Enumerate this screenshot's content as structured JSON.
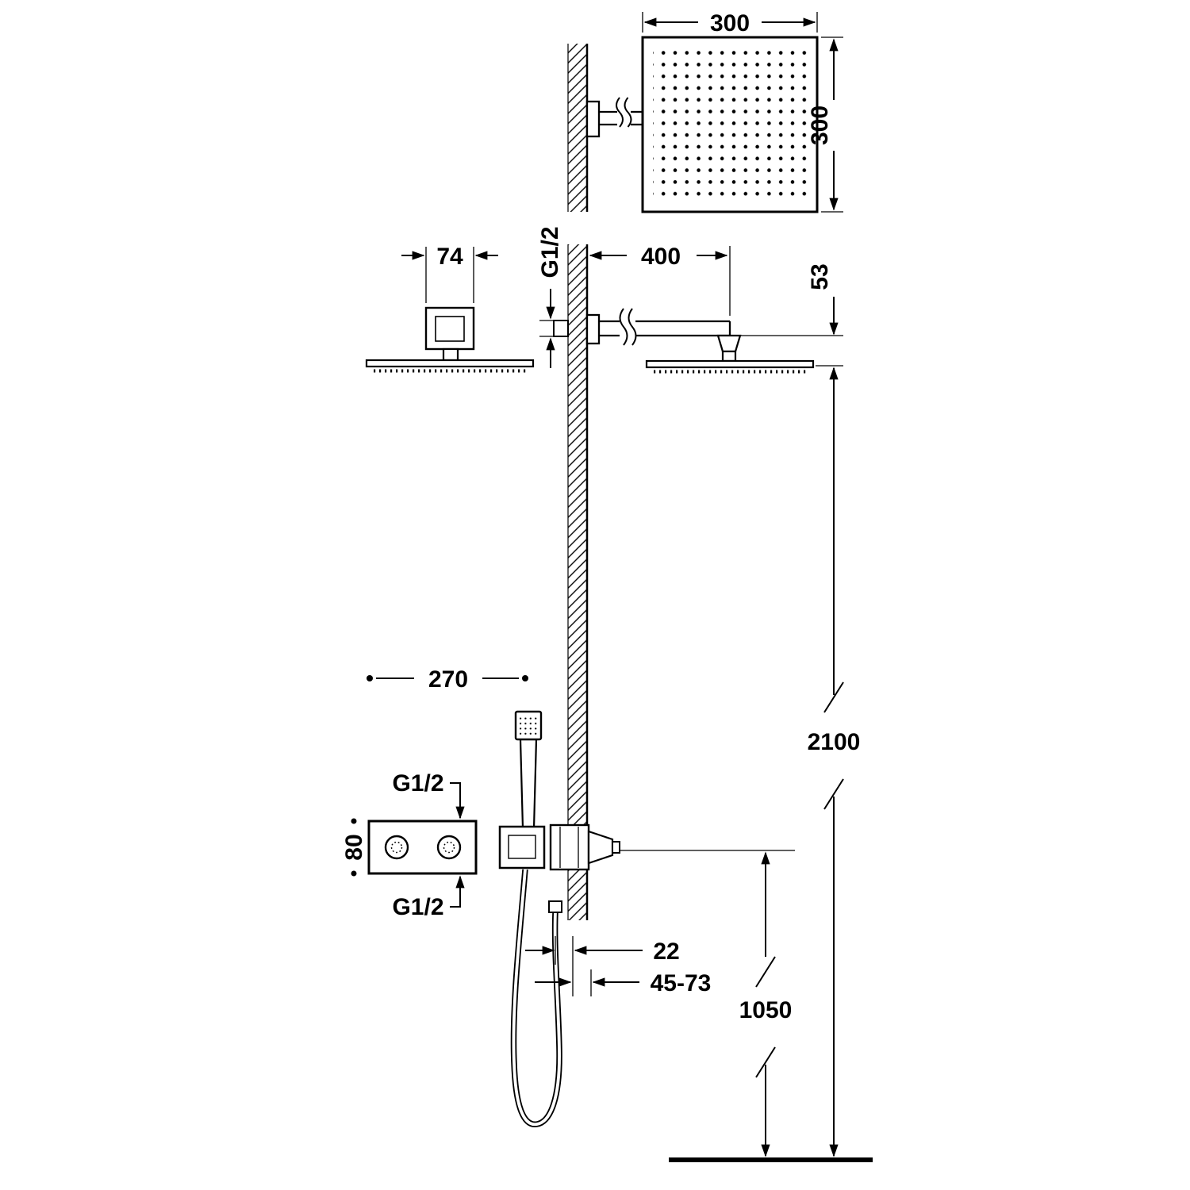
{
  "diagram": {
    "type": "technical-installation-drawing",
    "colors": {
      "line": "#000000",
      "background": "#ffffff"
    },
    "labels": {
      "head_width": "300",
      "head_height": "300",
      "bracket_width": "74",
      "arm_thread": "G1/2",
      "arm_length": "400",
      "head_offset": "53",
      "mixer_spacing": "270",
      "mixer_height": "80",
      "inlet_top": "G1/2",
      "inlet_bottom": "G1/2",
      "trim_depth": "22",
      "depth_range": "45-73",
      "total_height": "2100",
      "outlet_height": "1050"
    }
  }
}
